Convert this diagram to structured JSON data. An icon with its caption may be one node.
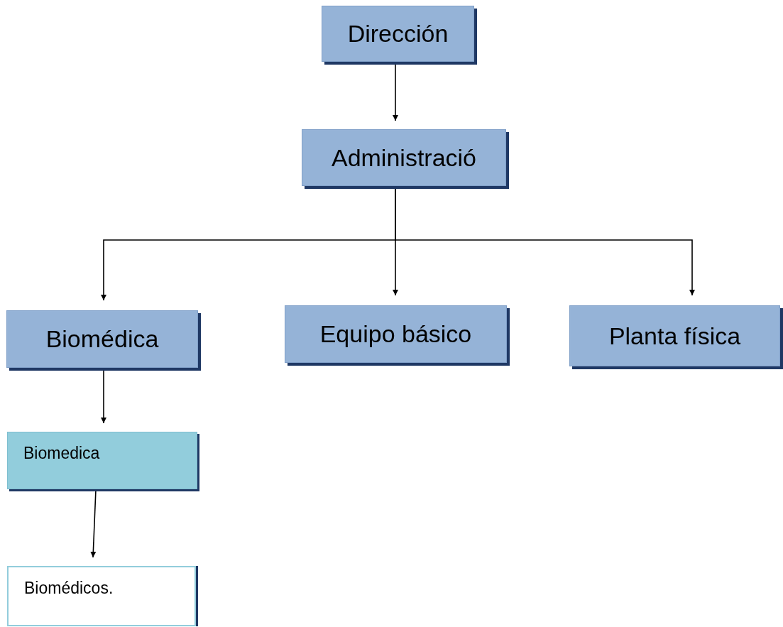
{
  "diagram": {
    "nodes": [
      {
        "text": [
          "Dirección"
        ]
      },
      {
        "text": [
          "Administració"
        ]
      },
      {
        "text": [
          "Biomédica"
        ]
      },
      {
        "text": [
          "Equipo básico"
        ]
      },
      {
        "text": [
          "Planta física"
        ]
      },
      {
        "text": [
          "Biomedica"
        ]
      },
      {
        "text": [
          "Biomédicos."
        ]
      }
    ],
    "edges": [
      {
        "from": 0,
        "to": 1,
        "arrow": "to"
      },
      {
        "from": 1,
        "to": 2,
        "arrow": "to"
      },
      {
        "from": 1,
        "to": 3,
        "arrow": "to"
      },
      {
        "from": 1,
        "to": 4,
        "arrow": "to"
      },
      {
        "from": 2,
        "to": 5,
        "arrow": "to"
      },
      {
        "from": 5,
        "to": 6,
        "arrow": "to"
      }
    ]
  }
}
